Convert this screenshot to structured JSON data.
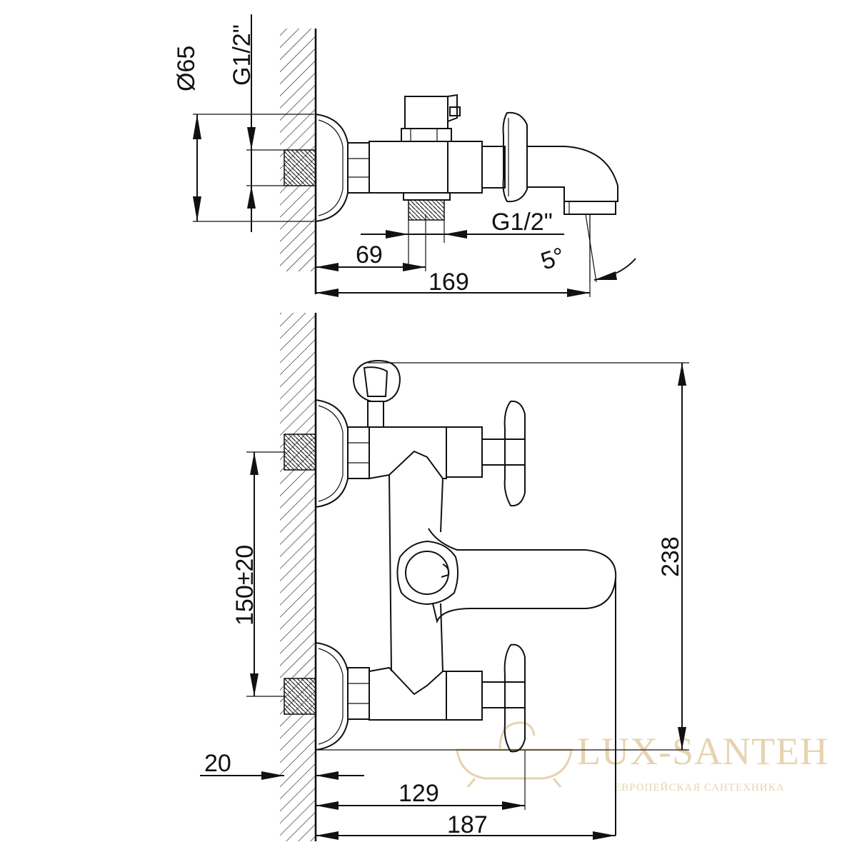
{
  "top_view": {
    "dim_diameter": "Ø65",
    "dim_inlet_thread": "G1/2ʺ",
    "dim_outlet_thread": "G1/2ʺ",
    "dim_69": "69",
    "dim_169": "169",
    "dim_angle": "5°"
  },
  "front_view": {
    "dim_238": "238",
    "dim_150": "150±20",
    "dim_20": "20",
    "dim_129": "129",
    "dim_187": "187"
  },
  "watermark": {
    "name": "LUX-SANTEH",
    "tagline": "ЕВРОПЕЙСКАЯ САНТЕХНИКА"
  }
}
